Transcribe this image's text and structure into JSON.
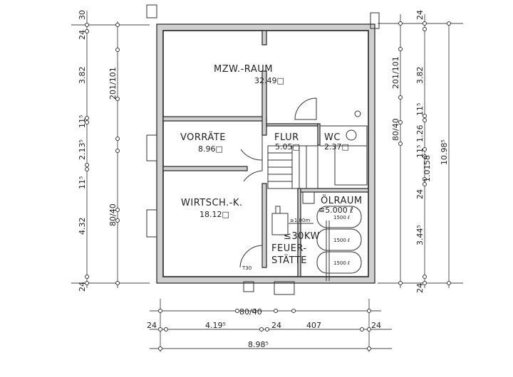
{
  "rooms": {
    "mzw": {
      "name": "MZW.-RAUM",
      "area": "32.49□"
    },
    "vorraete": {
      "name": "VORRÄTE",
      "area": "8.96□"
    },
    "flur": {
      "name": "FLUR",
      "area": "5.05□"
    },
    "wc": {
      "name": "WC",
      "area": "2.37□"
    },
    "wirtsch": {
      "name": "WIRTSCH.-K.",
      "area": "18.12□"
    },
    "oelraum": {
      "name": "ÖLRAUM",
      "capacity": "≡5.000 ℓ"
    },
    "feuerstaette": {
      "name_line1": "FEUER-",
      "name_line2": "STÄTTE",
      "power": "≤30KW"
    }
  },
  "annotations": {
    "clearance": "≥1.00m",
    "tank1": "1500 ℓ",
    "tank2": "1500 ℓ",
    "tank3": "1500 ℓ",
    "door_rating": "T30"
  },
  "dimensions": {
    "left_outer": [
      "30",
      "24",
      "3.82",
      "11⁵",
      "2.13⁵",
      "11⁵",
      "4.32",
      "24"
    ],
    "left_inner": [
      "201/101",
      "80/40"
    ],
    "right_inner": [
      "201/101",
      "80/40"
    ],
    "right_outer": [
      "24",
      "3.82",
      "11⁵",
      "1.26",
      "11⁵",
      "58",
      "1.01",
      "24",
      "3.44⁵",
      "24"
    ],
    "right_total": "10.98⁵",
    "bottom_openings": "80/40",
    "bottom_chain": [
      "24",
      "4.19⁵",
      "24",
      "407",
      "24"
    ],
    "bottom_total": "8.98⁵"
  }
}
